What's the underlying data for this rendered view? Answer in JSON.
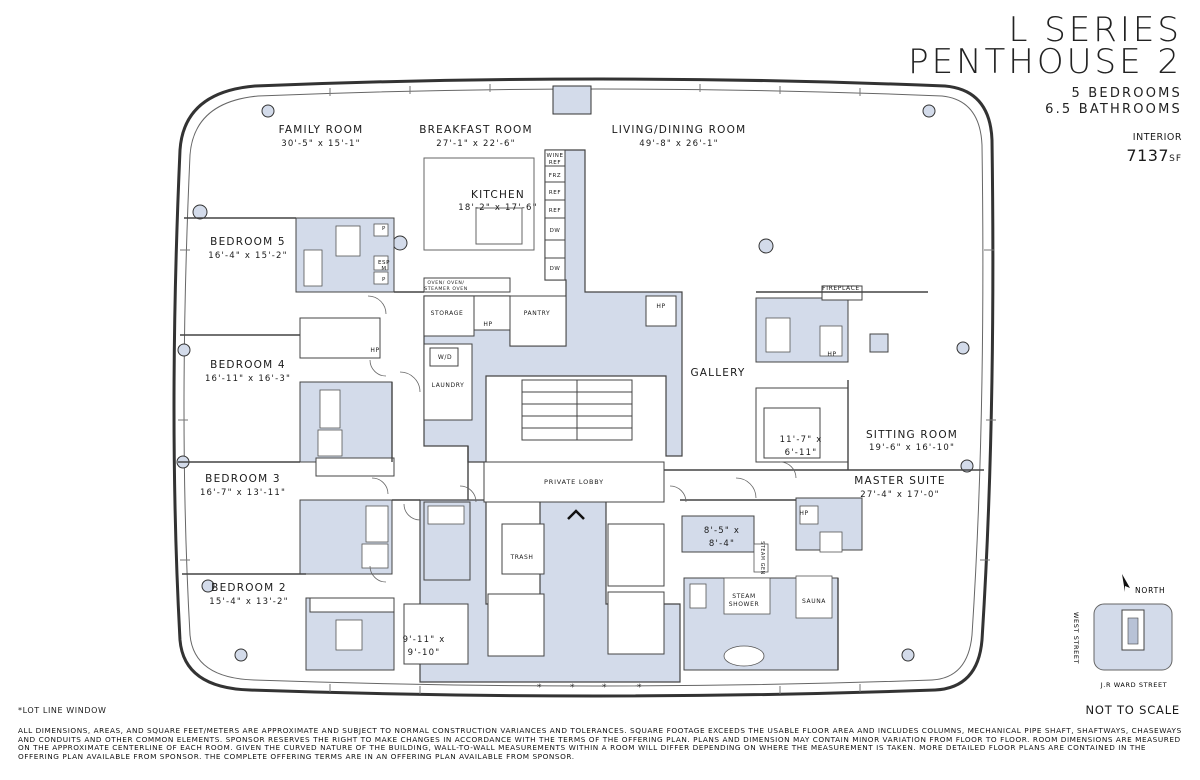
{
  "header": {
    "series": "L SERIES",
    "unit": "PENTHOUSE 2",
    "bedrooms": "5 BEDROOMS",
    "bathrooms": "6.5 BATHROOMS",
    "interior_label": "INTERIOR",
    "interior_value": "7137",
    "interior_unit": "SF"
  },
  "rooms": {
    "family_room": {
      "name": "FAMILY ROOM",
      "dim": "30'-5\" x 15'-1\""
    },
    "breakfast_room": {
      "name": "BREAKFAST ROOM",
      "dim": "27'-1\" x 22'-6\""
    },
    "living_dining": {
      "name": "LIVING/DINING ROOM",
      "dim": "49'-8\" x 26'-1\""
    },
    "kitchen": {
      "name": "KITCHEN",
      "dim": "18'-2\" x 17'-6\""
    },
    "bedroom5": {
      "name": "BEDROOM 5",
      "dim": "16'-4\" x 15'-2\""
    },
    "bedroom4": {
      "name": "BEDROOM 4",
      "dim": "16'-11\" x 16'-3\""
    },
    "bedroom3": {
      "name": "BEDROOM 3",
      "dim": "16'-7\" x 13'-11\""
    },
    "bedroom2": {
      "name": "BEDROOM 2",
      "dim": "15'-4\" x 13'-2\""
    },
    "gallery": {
      "name": "GALLERY"
    },
    "sitting_room": {
      "name": "SITTING ROOM",
      "dim": "19'-6\" x 16'-10\""
    },
    "master_suite": {
      "name": "MASTER SUITE",
      "dim": "27'-4\" x 17'-0\""
    },
    "private_lobby": {
      "name": "PRIVATE LOBBY"
    },
    "closet_a": {
      "dim1": "11'-7\" x",
      "dim2": "6'-11\""
    },
    "closet_b": {
      "dim1": "8'-5\" x",
      "dim2": "8'-4\""
    },
    "closet_c": {
      "dim1": "9'-11\" x",
      "dim2": "9'-10\""
    }
  },
  "labels": {
    "storage": "STORAGE",
    "pantry": "PANTRY",
    "laundry": "LAUNDRY",
    "wd": "W/D",
    "trash": "TRASH",
    "fireplace": "FIREPLACE",
    "steam_shower_1": "STEAM",
    "steam_shower_2": "SHOWER",
    "sauna": "SAUNA",
    "steam_gen": "STEAM GEN",
    "hp": "HP",
    "p": "P",
    "esp": "ESP",
    "m": "M",
    "wine_ref_1": "WINE",
    "wine_ref_2": "REF",
    "frz": "FRZ",
    "ref": "REF",
    "dw": "DW",
    "oven_1": "OVEN/ OVEN/",
    "oven_2": "STEAMER OVEN",
    "north": "NORTH",
    "west_street": "WEST STREET",
    "jr_ward_street": "J.R WARD STREET"
  },
  "footer": {
    "lot_line": "*LOT LINE WINDOW",
    "not_to_scale": "NOT TO SCALE",
    "disclaimer": "All dimensions, areas, and square feet/meters are approximate and subject to normal construction variances and tolerances. Square footage exceeds the usable floor area and includes columns, mechanical pipe shaft, shaftways, chaseways and conduits and other common elements. Sponsor reserves the right to make changes in accordance with the terms of the offering plan. Plans and dimension may contain minor variation from floor to floor. Room dimensions are measured on the approximate centerline of each room. Given the curved nature of the building, wall-to-wall measurements within a room will differ depending on where the measurement is taken. More detailed floor plans are contained in the offering plan available from sponsor. The complete offering terms are in an offering plan available from sponsor."
  },
  "colors": {
    "core_fill": "#d3dbea",
    "wall": "#444444",
    "text": "#1a1a1a"
  }
}
